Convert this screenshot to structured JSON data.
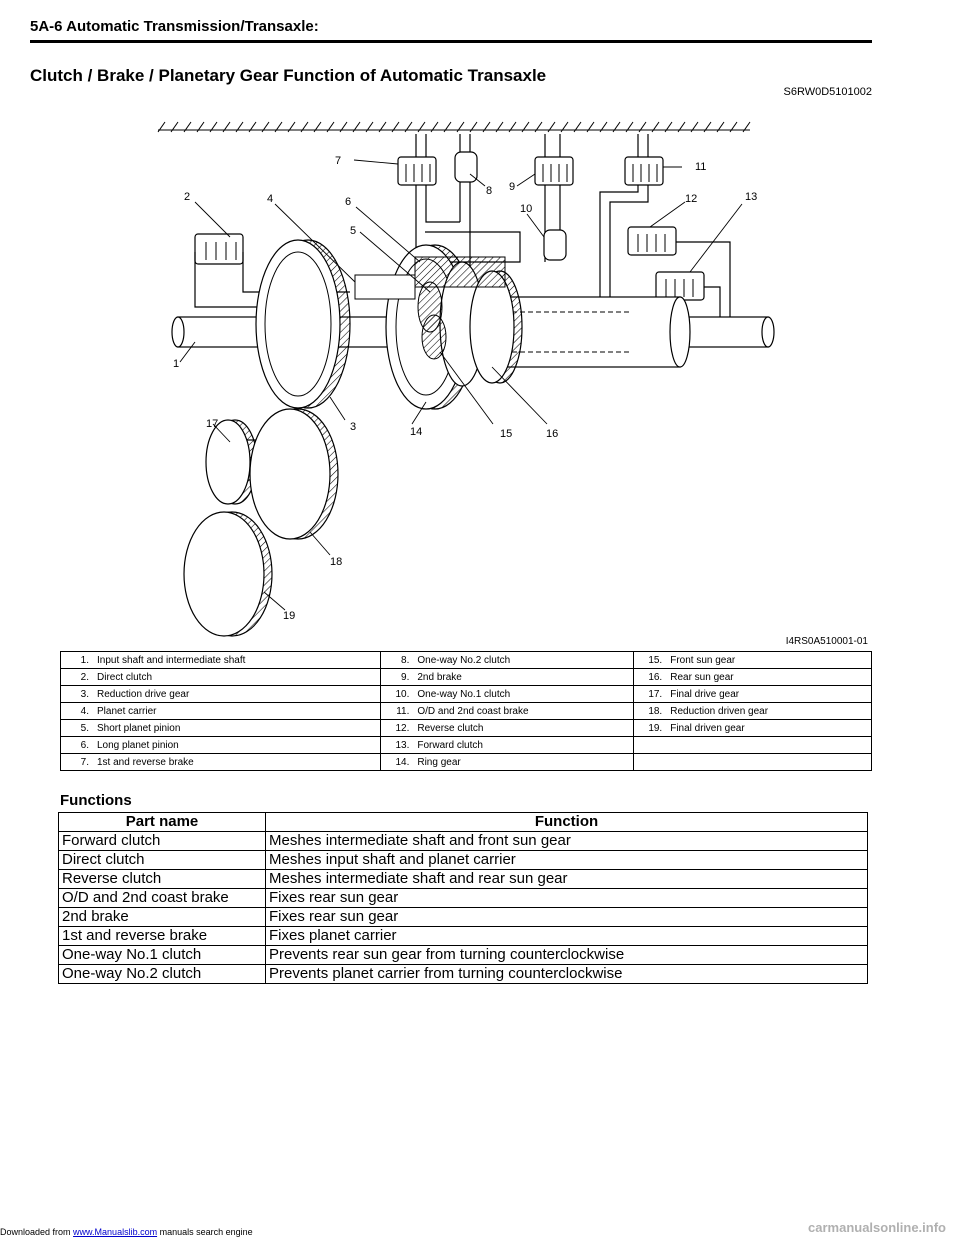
{
  "header": {
    "title": "5A-6   Automatic Transmission/Transaxle:"
  },
  "section": {
    "title": "Clutch / Brake / Planetary Gear Function of Automatic Transaxle",
    "code": "S6RW0D5101002"
  },
  "figure": {
    "id": "I4RS0A510001-01",
    "callouts": [
      "1",
      "2",
      "3",
      "4",
      "5",
      "6",
      "7",
      "8",
      "9",
      "10",
      "11",
      "12",
      "13",
      "14",
      "15",
      "16",
      "17",
      "18",
      "19"
    ]
  },
  "legend": {
    "rows": [
      [
        {
          "n": "1.",
          "t": "Input shaft and intermediate shaft"
        },
        {
          "n": "8.",
          "t": "One-way No.2 clutch"
        },
        {
          "n": "15.",
          "t": "Front sun gear"
        }
      ],
      [
        {
          "n": "2.",
          "t": "Direct clutch"
        },
        {
          "n": "9.",
          "t": "2nd brake"
        },
        {
          "n": "16.",
          "t": "Rear sun gear"
        }
      ],
      [
        {
          "n": "3.",
          "t": "Reduction drive gear"
        },
        {
          "n": "10.",
          "t": "One-way No.1 clutch"
        },
        {
          "n": "17.",
          "t": "Final drive gear"
        }
      ],
      [
        {
          "n": "4.",
          "t": "Planet carrier"
        },
        {
          "n": "11.",
          "t": "O/D and 2nd coast brake"
        },
        {
          "n": "18.",
          "t": "Reduction driven gear"
        }
      ],
      [
        {
          "n": "5.",
          "t": "Short planet pinion"
        },
        {
          "n": "12.",
          "t": "Reverse clutch"
        },
        {
          "n": "19.",
          "t": "Final driven gear"
        }
      ],
      [
        {
          "n": "6.",
          "t": "Long planet pinion"
        },
        {
          "n": "13.",
          "t": "Forward clutch"
        },
        {
          "n": "",
          "t": ""
        }
      ],
      [
        {
          "n": "7.",
          "t": "1st and reverse brake"
        },
        {
          "n": "14.",
          "t": "Ring gear"
        },
        {
          "n": "",
          "t": ""
        }
      ]
    ]
  },
  "functions": {
    "heading": "Functions",
    "col_part": "Part name",
    "col_function": "Function",
    "rows": [
      {
        "part": "Forward clutch",
        "function": "Meshes intermediate shaft and front sun gear"
      },
      {
        "part": "Direct clutch",
        "function": "Meshes input shaft and planet carrier"
      },
      {
        "part": "Reverse clutch",
        "function": "Meshes intermediate shaft and rear sun gear"
      },
      {
        "part": "O/D and 2nd coast brake",
        "function": "Fixes rear sun gear"
      },
      {
        "part": "2nd brake",
        "function": "Fixes rear sun gear"
      },
      {
        "part": "1st and reverse brake",
        "function": "Fixes planet carrier"
      },
      {
        "part": "One-way No.1 clutch",
        "function": "Prevents rear sun gear from turning counterclockwise"
      },
      {
        "part": "One-way No.2 clutch",
        "function": "Prevents planet carrier from turning counterclockwise"
      }
    ]
  },
  "footer": {
    "prefix": "Downloaded from ",
    "link": "www.Manualslib.com",
    "suffix": "  manuals search engine",
    "watermark": "carmanualsonline.info"
  }
}
